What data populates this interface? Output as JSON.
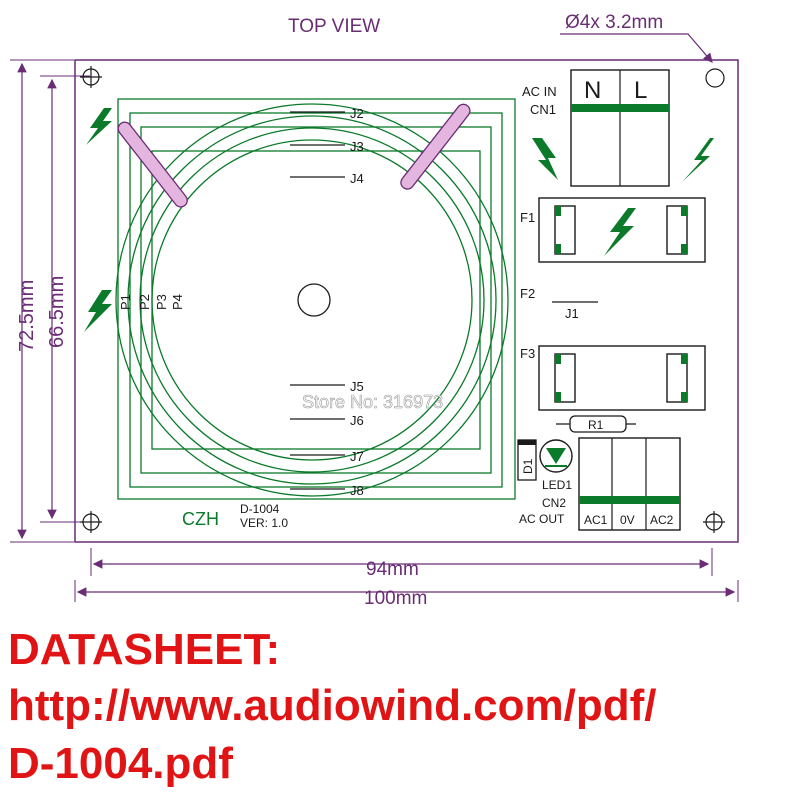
{
  "header": {
    "top_view": "TOP VIEW",
    "holes": "Ø4x  3.2mm"
  },
  "dimensions": {
    "height_outer": "72.5mm",
    "height_inner": "66.5mm",
    "width_inner": "94mm",
    "width_outer": "100mm"
  },
  "jumpers": [
    "J2",
    "J3",
    "J4",
    "J5",
    "J6",
    "J7",
    "J8"
  ],
  "primaries": [
    "P1",
    "P2",
    "P3",
    "P4"
  ],
  "ac_in": {
    "line1": "AC  IN",
    "line2": "CN1",
    "n": "N",
    "l": "L"
  },
  "fuses": {
    "f1": "F1",
    "f2": "F2",
    "f3": "F3",
    "j1": "J1"
  },
  "components": {
    "r1": "R1",
    "d1": "D1",
    "led": "LED1"
  },
  "ac_out": {
    "line1": "CN2",
    "line2": "AC  OUT",
    "terminals": [
      "AC1",
      "0V",
      "AC2"
    ]
  },
  "board": {
    "brand": "CZH",
    "model": "D-1004",
    "version": "VER: 1.0"
  },
  "watermark": "Store No: 316973",
  "datasheet": {
    "title": "DATASHEET:",
    "url_line1": "http://www.audiowind.com/pdf/",
    "url_line2": "D-1004.pdf"
  },
  "colors": {
    "trace": "#0b7a2a",
    "dimension": "#6a2c75",
    "datasheet": "#e01414",
    "slot": "#e3b5df"
  }
}
